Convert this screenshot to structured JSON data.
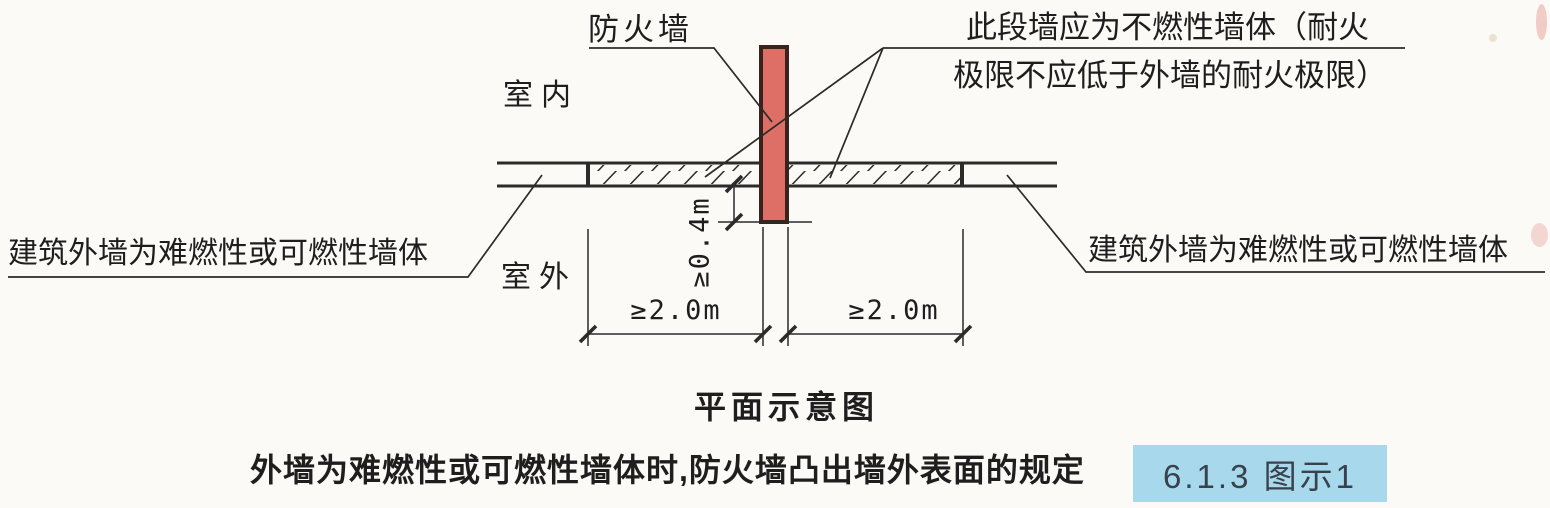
{
  "colors": {
    "background": "#fcfaf6",
    "line": "#2b2b2b",
    "text": "#1e1e1e",
    "firewall_fill": "#dd6f66",
    "firewall_border": "#39231c",
    "badge_bg": "#a7d8eb",
    "badge_text": "#39424c"
  },
  "diagram": {
    "firewall_label": "防火墙",
    "indoor_label": "室内",
    "outdoor_label": "室外",
    "left_wall_label": "建筑外墙为难燃性或可燃性墙体",
    "right_wall_label": "建筑外墙为难燃性或可燃性墙体",
    "noncombustible_note_line1": "此段墙应为不燃性墙体（耐火",
    "noncombustible_note_line2": "极限不应低于外墙的耐火极限）",
    "dim_left": "≥2.0m",
    "dim_right": "≥2.0m",
    "dim_protrusion": "≥0.4m",
    "view_title": "平面示意图"
  },
  "footer": {
    "caption": "外墙为难燃性或可燃性墙体时,防火墙凸出墙外表面的规定",
    "badge_label": "6.1.3 图示1"
  }
}
